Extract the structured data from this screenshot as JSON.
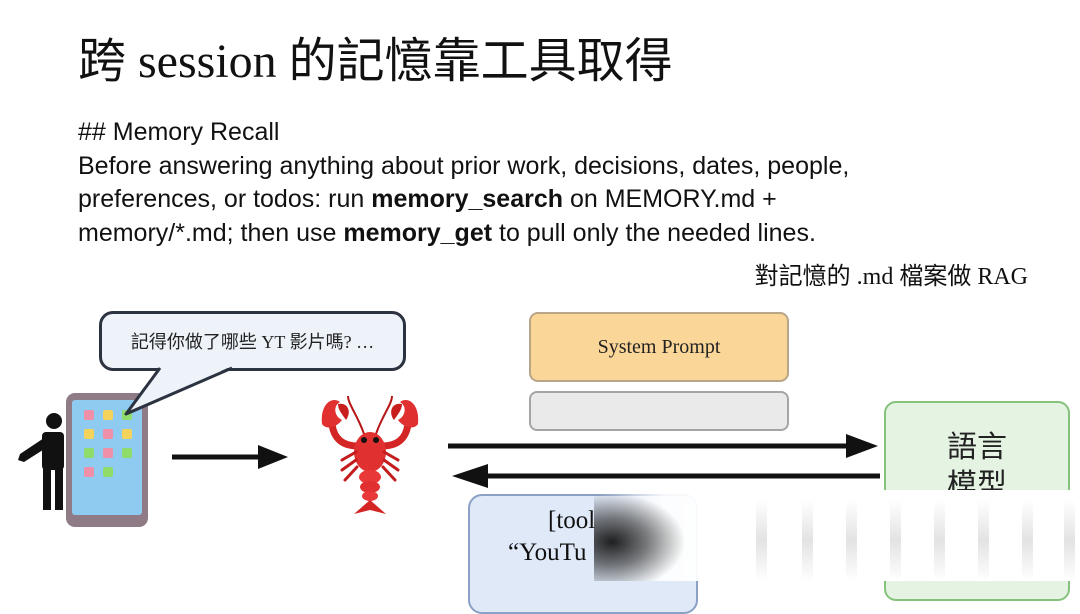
{
  "slide": {
    "title": "跨 session 的記憶靠工具取得",
    "heading_line": "## Memory Recall",
    "body": {
      "line1": "Before answering anything about prior work, decisions, dates, people,",
      "line2_pre": "preferences, or todos: run ",
      "line2_bold": "memory_search",
      "line2_post": " on MEMORY.md +",
      "line3_pre": "memory/*.md; then use ",
      "line3_bold": "memory_get",
      "line3_post": " to pull only the needed lines."
    },
    "rag_note": "對記憶的 .md 檔案做 RAG"
  },
  "diagram": {
    "speech_bubble": "記得你做了哪些 YT 影片嗎? …",
    "system_prompt_label": "System Prompt",
    "language_model_line1": "語言",
    "language_model_line2": "模型",
    "tool_line1": "[tool",
    "tool_line2": "“YouTu"
  },
  "colors": {
    "system_prompt_fill": "#fbd699",
    "language_model_fill": "#e4f3e2",
    "tool_fill": "#dfe9f8",
    "bubble_fill": "#eef3f9",
    "phone_screen": "#8fcaf0"
  },
  "icons": {
    "person": "person-standing-icon",
    "phone": "smartphone-icon",
    "lobster": "lobster-icon"
  }
}
